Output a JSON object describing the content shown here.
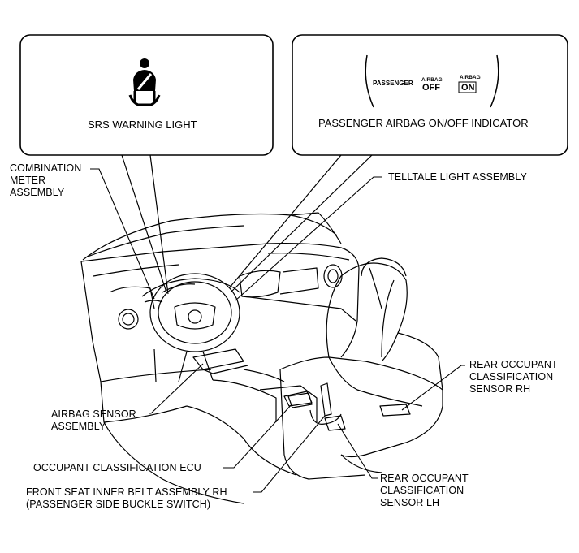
{
  "callout_left": {
    "icon": "seatbelt-warning-icon",
    "title": "SRS WARNING LIGHT"
  },
  "callout_right": {
    "title": "PASSENGER AIRBAG ON/OFF INDICATOR",
    "indicator": {
      "passenger": "PASSENGER",
      "airbag_off_top": "AIRBAG",
      "airbag_off_bottom": "OFF",
      "airbag_on_top": "AIRBAG",
      "airbag_on_bottom": "ON"
    }
  },
  "labels": {
    "combination_meter": "COMBINATION\nMETER\nASSEMBLY",
    "telltale": "TELLTALE LIGHT ASSEMBLY",
    "airbag_sensor": "AIRBAG SENSOR\nASSEMBLY",
    "occupant_ecu": "OCCUPANT CLASSIFICATION ECU",
    "front_seat_belt": "FRONT SEAT INNER BELT ASSEMBLY RH\n(PASSENGER SIDE BUCKLE SWITCH)",
    "rear_rh": "REAR OCCUPANT\nCLASSIFICATION\nSENSOR RH",
    "rear_lh": "REAR OCCUPANT\nCLASSIFICATION\nSENSOR LH"
  }
}
